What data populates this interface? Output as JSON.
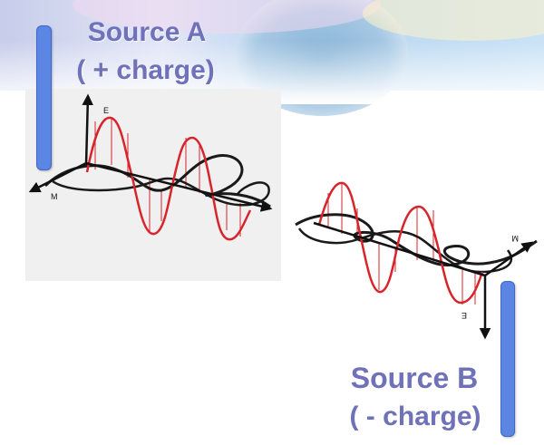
{
  "labels": {
    "source_a_title": "Source A",
    "source_a_charge": "( + charge)",
    "source_b_title": "Source B",
    "source_b_charge": "( - charge)"
  },
  "wave_a_labels": {
    "electric": "E",
    "magnetic": "M"
  },
  "wave_b_labels": {
    "electric": "E",
    "magnetic": "M"
  },
  "colors": {
    "label_text": "#6f72b8",
    "rod": "#5b86e4",
    "electric_wave": "#d8252b",
    "magnetic_wave": "#1a1a1a"
  }
}
